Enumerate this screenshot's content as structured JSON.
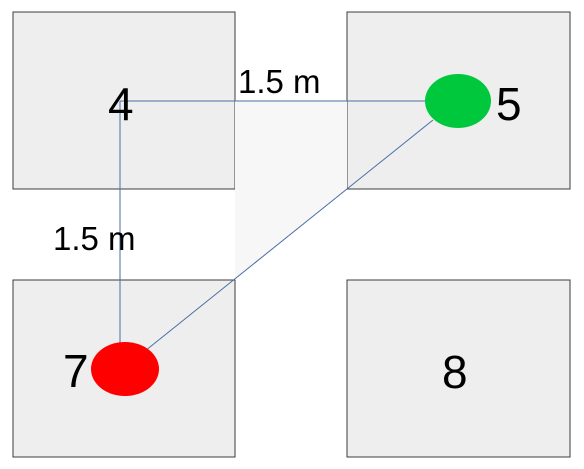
{
  "squares": [
    {
      "id": "4",
      "label": "4"
    },
    {
      "id": "5",
      "label": "5"
    },
    {
      "id": "7",
      "label": "7"
    },
    {
      "id": "8",
      "label": "8"
    }
  ],
  "distances": {
    "horizontal": "1.5 m",
    "vertical": "1.5 m"
  },
  "markers": {
    "start": {
      "square": "7",
      "color": "#ff0000"
    },
    "end": {
      "square": "5",
      "color": "#00c83c"
    }
  },
  "colors": {
    "square_fill": "#eeeeee",
    "line": "#4a6fa5"
  }
}
